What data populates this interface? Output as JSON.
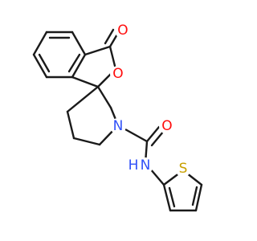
{
  "molecule": {
    "atoms": {
      "carbonyl_oxygen": {
        "symbol": "O",
        "color": "#ff0d0d"
      },
      "ring_oxygen": {
        "symbol": "O",
        "color": "#ff0d0d"
      },
      "piperidine_nitrogen": {
        "symbol": "N",
        "color": "#3050f8"
      },
      "amide_oxygen": {
        "symbol": "O",
        "color": "#ff0d0d"
      },
      "amide_nh": {
        "symbol": "N",
        "hydrogen": "H",
        "color": "#3050f8"
      },
      "thiophene_sulfur": {
        "symbol": "S",
        "color": "#c8a000"
      }
    },
    "bond_color": "#1a1a1a"
  }
}
